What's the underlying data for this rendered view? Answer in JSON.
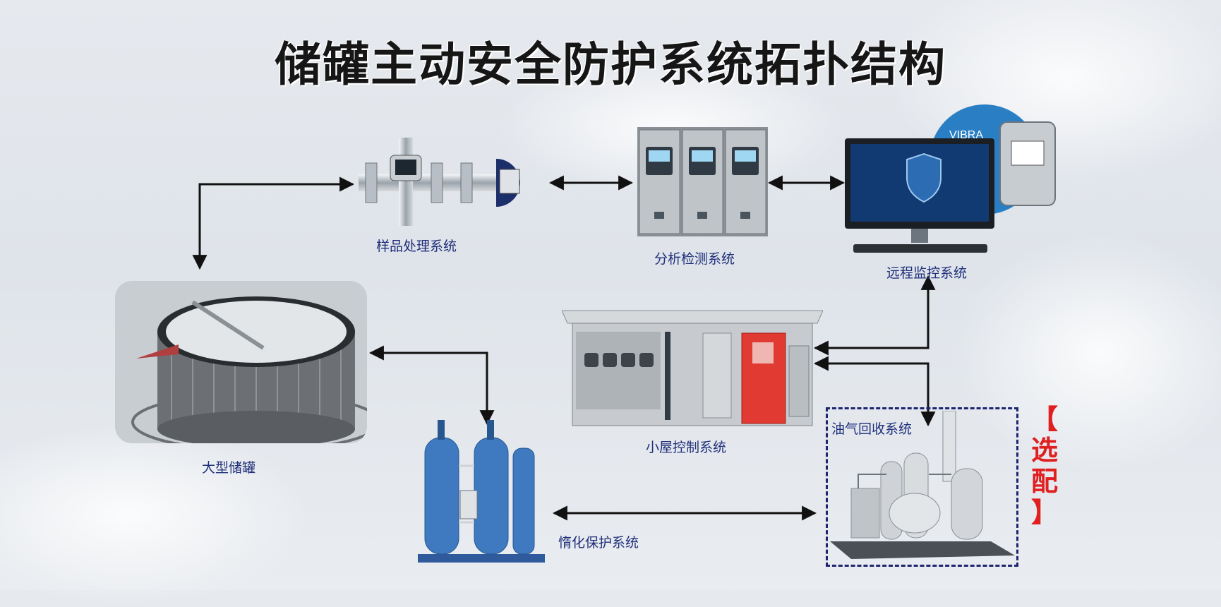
{
  "title": "储罐主动安全防护系统拓扑结构",
  "components": {
    "sample": "样品处理系统",
    "analysis": "分析检测系统",
    "remote": "远程监控系统",
    "tank": "大型储罐",
    "hut": "小屋控制系统",
    "vapor": "油气回收系统",
    "inert": "惰化保护系统"
  },
  "optional_tag": [
    "【",
    "选",
    "配",
    "】"
  ],
  "monitor_logo_text": "VIBRA",
  "colors": {
    "label": "#1f2f7a",
    "arrow": "#111111",
    "optional": "#e02020",
    "dashed_border": "#1d2470"
  }
}
